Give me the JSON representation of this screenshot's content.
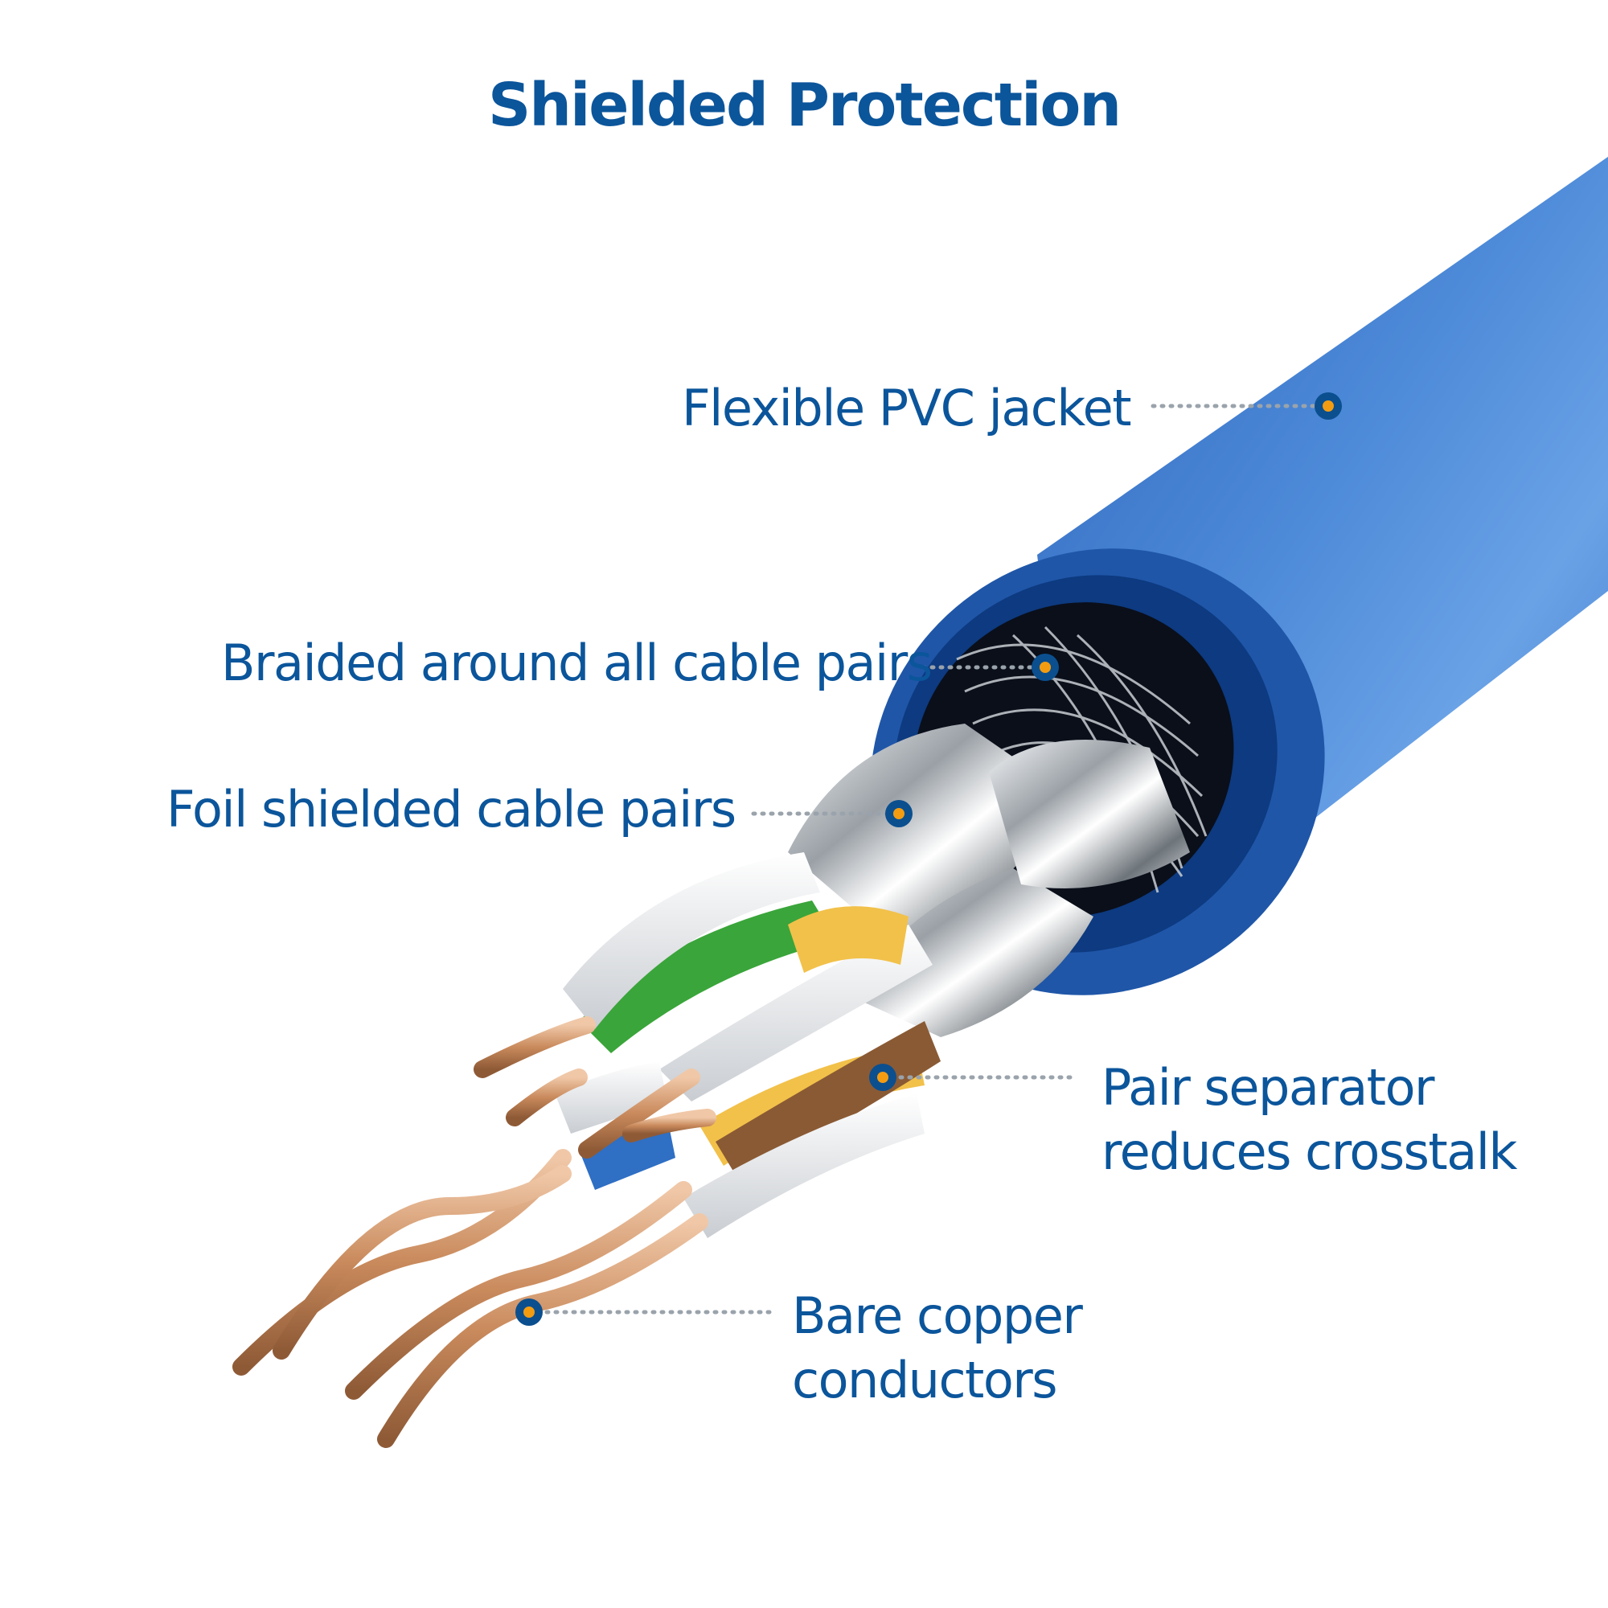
{
  "title": "Shielded Protection",
  "colors": {
    "text": "#0b559b",
    "marker_ring": "#0b4f8f",
    "marker_dot": "#f39c12",
    "leader": "#9aa3ab",
    "jacket_light": "#5b95e0",
    "jacket_mid": "#3f7bd1",
    "jacket_dark": "#1f56a8",
    "jacket_rim": "#0d3a80",
    "copper": "#c98a5c",
    "pair_green": "#3aa53a",
    "pair_yellow": "#f2c14a",
    "pair_blue": "#2f6fc4",
    "pair_brown": "#8a5a34",
    "insulation_white": "#eef0f2"
  },
  "callouts": [
    {
      "id": "jacket",
      "lines": [
        "Flexible PVC jacket"
      ]
    },
    {
      "id": "braid",
      "lines": [
        "Braided around all cable pairs"
      ]
    },
    {
      "id": "foil",
      "lines": [
        "Foil shielded cable pairs"
      ]
    },
    {
      "id": "separator",
      "lines": [
        "Pair separator",
        "reduces crosstalk"
      ]
    },
    {
      "id": "copper",
      "lines": [
        "Bare copper",
        "conductors"
      ]
    }
  ]
}
